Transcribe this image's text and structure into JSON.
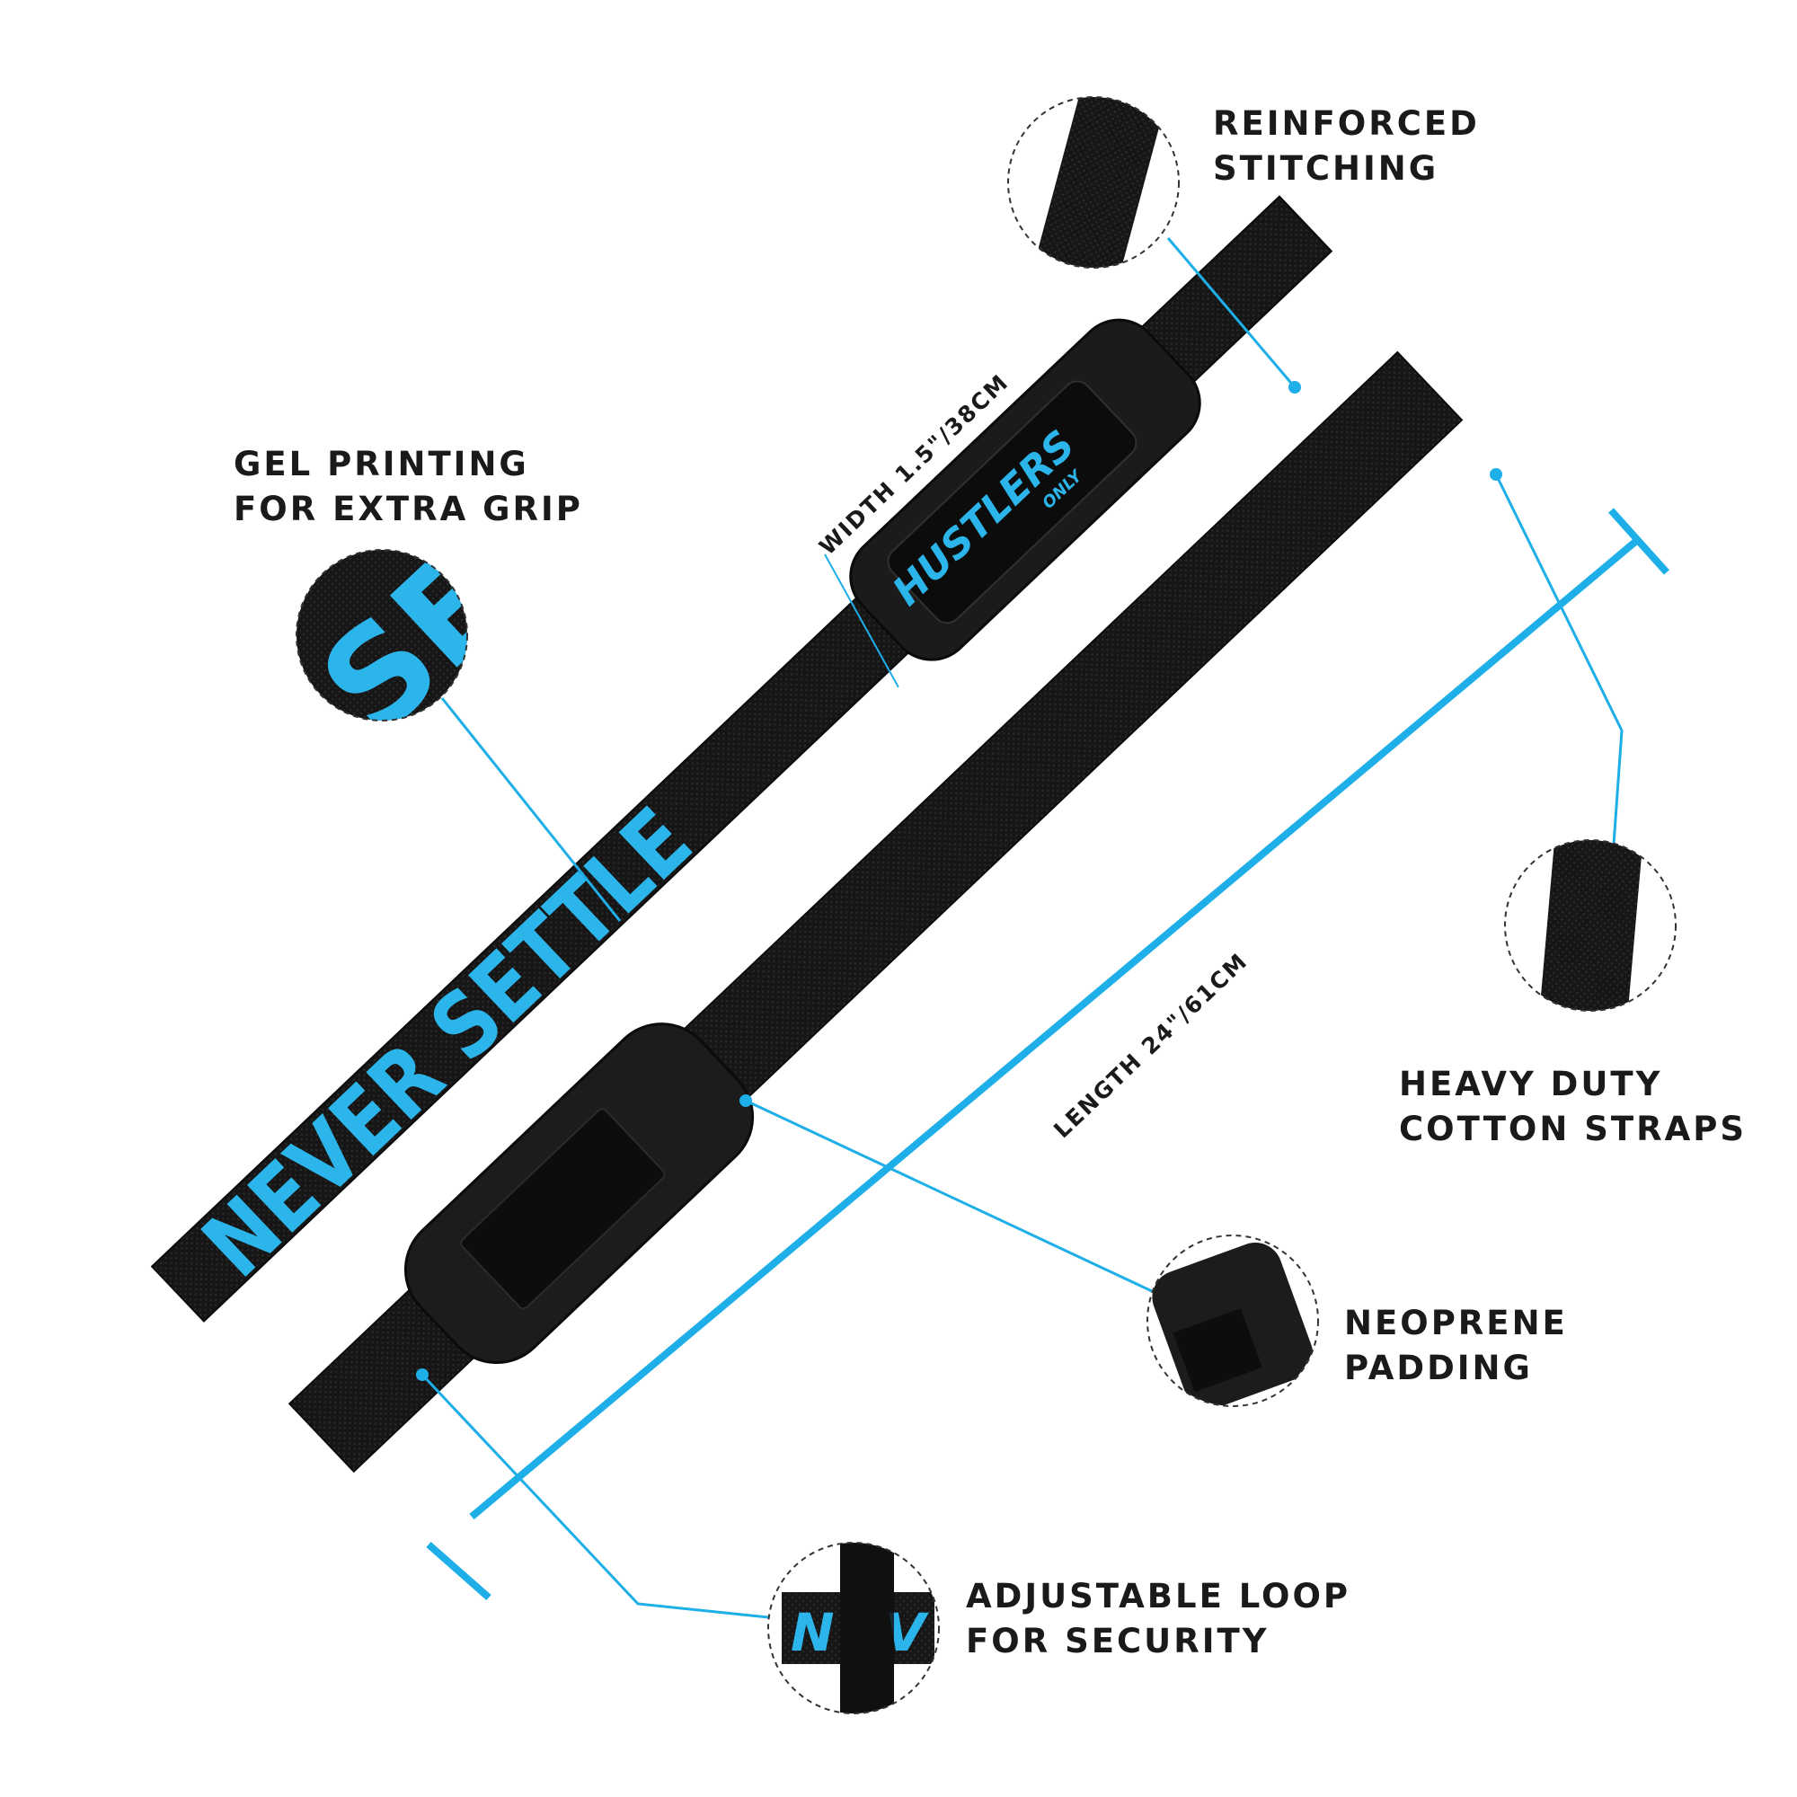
{
  "features": {
    "reinforced_stitching": {
      "line1": "REINFORCED",
      "line2": "STITCHING"
    },
    "gel_printing": {
      "line1": "GEL PRINTING",
      "line2": "FOR EXTRA GRIP"
    },
    "heavy_duty": {
      "line1": "HEAVY DUTY",
      "line2": "COTTON STRAPS"
    },
    "neoprene": {
      "line1": "NEOPRENE",
      "line2": "PADDING"
    },
    "adjustable_loop": {
      "line1": "ADJUSTABLE LOOP",
      "line2": "FOR SECURITY"
    }
  },
  "dimensions": {
    "width": "WIDTH 1.5\"/38CM",
    "length": "LENGTH 24\"/61CM"
  },
  "strap": {
    "print_text": "NEVER SETTLE",
    "detail_text": "SE",
    "loop_text": "NV",
    "logo_main": "HUSTLERS",
    "logo_sub": "ONLY"
  },
  "colors": {
    "accent": "#1eaee8",
    "strap": "#161616",
    "text": "#1a1a1a"
  }
}
